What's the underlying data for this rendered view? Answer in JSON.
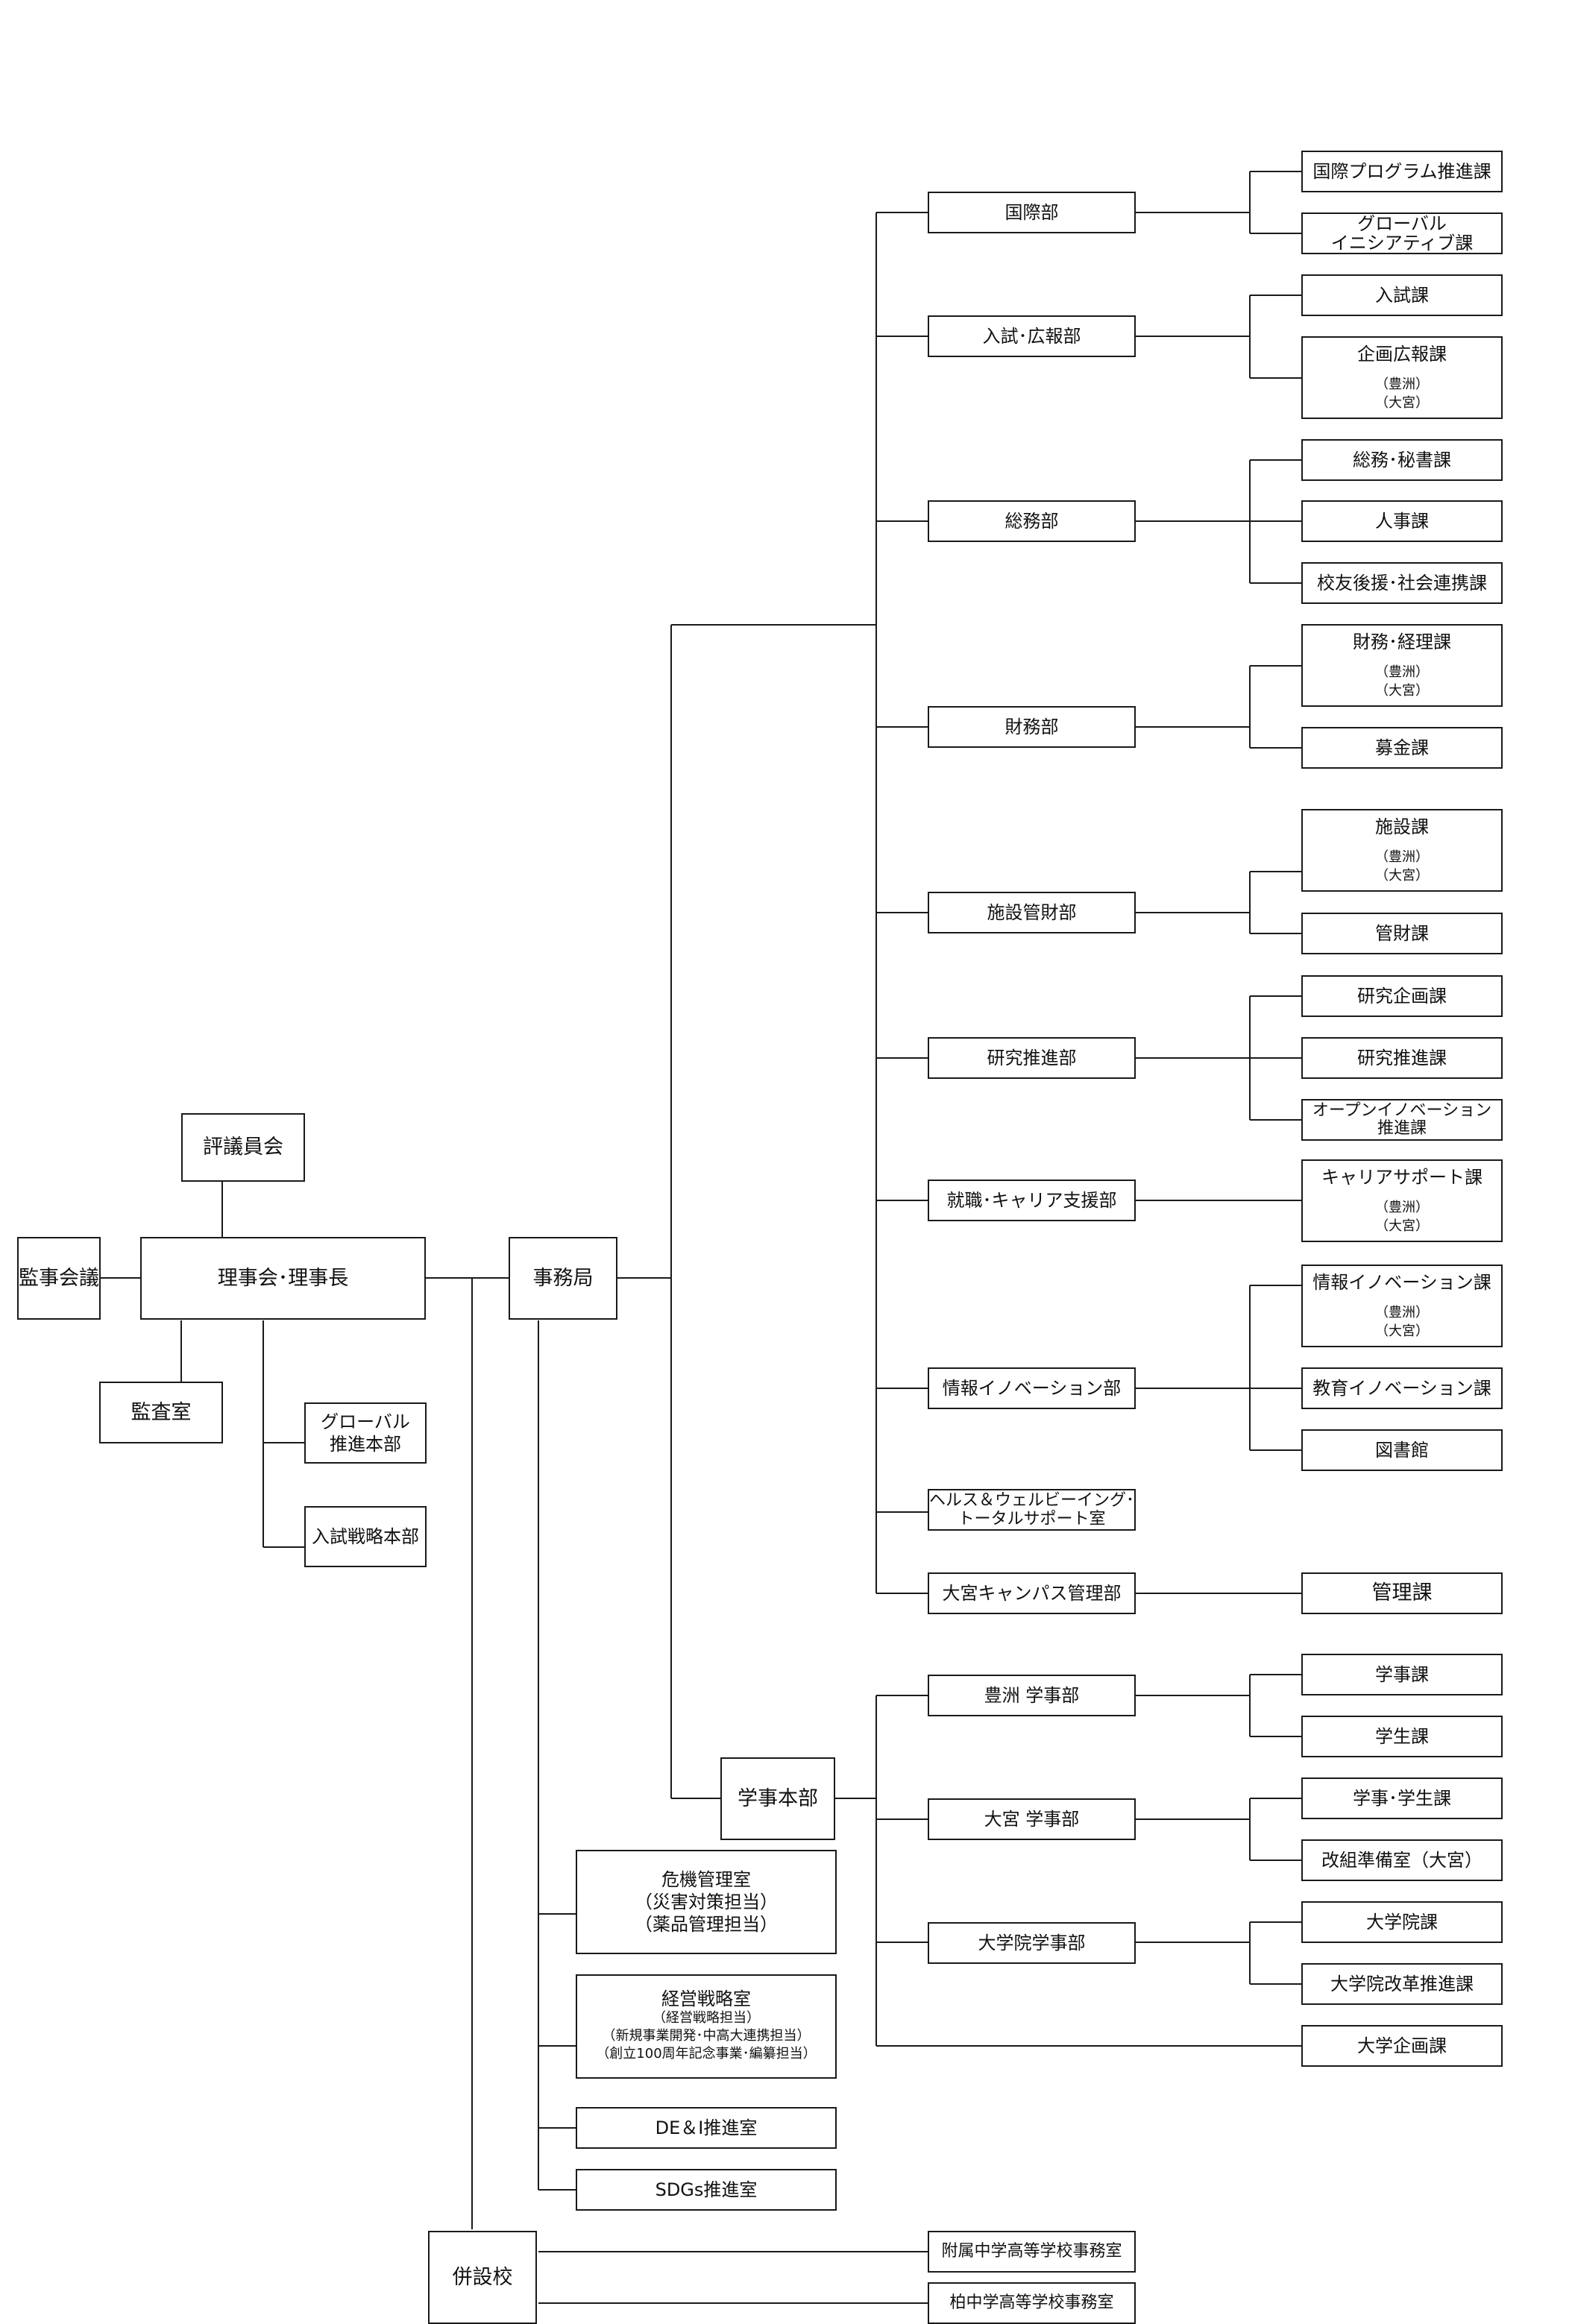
{
  "top": {
    "council": "評議員会",
    "auditors": "監事会議",
    "board": "理事会･理事長",
    "audit_office": "監査室",
    "global_hq": [
      "グローバル",
      "推進本部"
    ],
    "admissions_hq": "入試戦略本部",
    "secretariat": "事務局",
    "affiliated": "併設校"
  },
  "departments": [
    {
      "name": "国際部",
      "sections": [
        {
          "lines": [
            "国際プログラム推進課"
          ]
        },
        {
          "lines": [
            "グローバル",
            "イニシアティブ課"
          ]
        }
      ]
    },
    {
      "name": "入試･広報部",
      "sections": [
        {
          "lines": [
            "入試課"
          ]
        },
        {
          "lines": [
            "企画広報課"
          ],
          "notes": [
            "（豊洲）",
            "（大宮）"
          ]
        }
      ]
    },
    {
      "name": "総務部",
      "sections": [
        {
          "lines": [
            "総務･秘書課"
          ]
        },
        {
          "lines": [
            "人事課"
          ]
        },
        {
          "lines": [
            "校友後援･社会連携課"
          ]
        }
      ]
    },
    {
      "name": "財務部",
      "sections": [
        {
          "lines": [
            "財務･経理課"
          ],
          "notes": [
            "（豊洲）",
            "（大宮）"
          ]
        },
        {
          "lines": [
            "募金課"
          ]
        }
      ]
    },
    {
      "name": "施設管財部",
      "sections": [
        {
          "lines": [
            "施設課"
          ],
          "notes": [
            "（豊洲）",
            "（大宮）"
          ]
        },
        {
          "lines": [
            "管財課"
          ]
        }
      ]
    },
    {
      "name": "研究推進部",
      "sections": [
        {
          "lines": [
            "研究企画課"
          ]
        },
        {
          "lines": [
            "研究推進課"
          ]
        },
        {
          "lines": [
            "オープンイノベーション",
            "推進課"
          ]
        }
      ]
    },
    {
      "name": "就職･キャリア支援部",
      "sections": [
        {
          "lines": [
            "キャリアサポート課"
          ],
          "notes": [
            "（豊洲）",
            "（大宮）"
          ]
        }
      ]
    },
    {
      "name": "情報イノベーション部",
      "sections": [
        {
          "lines": [
            "情報イノベーション課"
          ],
          "notes": [
            "（豊洲）",
            "（大宮）"
          ]
        },
        {
          "lines": [
            "教育イノベーション課"
          ]
        },
        {
          "lines": [
            "図書館"
          ]
        }
      ]
    },
    {
      "name": [
        "ヘルス＆ウェルビーイング･",
        "トータルサポート室"
      ],
      "sections": []
    },
    {
      "name": "大宮キャンパス管理部",
      "sections": [
        {
          "lines": [
            "管理課"
          ]
        }
      ]
    }
  ],
  "academic": {
    "name": "学事本部",
    "divisions": [
      {
        "name": "豊洲 学事部",
        "sections": [
          "学事課",
          "学生課"
        ]
      },
      {
        "name": "大宮 学事部",
        "sections": [
          "学事･学生課",
          "改組準備室（大宮）"
        ]
      },
      {
        "name": "大学院学事部",
        "sections": [
          "大学院課",
          "大学院改革推進課"
        ]
      }
    ],
    "direct": "大学企画課"
  },
  "offices": [
    {
      "title": "危機管理室",
      "notes": [
        "（災害対策担当）",
        "（薬品管理担当）"
      ]
    },
    {
      "title": "経営戦略室",
      "notes": [
        "（経営戦略担当）",
        "（新規事業開発･中高大連携担当）",
        "（創立100周年記念事業･編纂担当）"
      ]
    },
    {
      "title": "DE＆I推進室",
      "notes": []
    },
    {
      "title": "SDGs推進室",
      "notes": []
    }
  ],
  "schools": [
    "附属中学高等学校事務室",
    "柏中学高等学校事務室"
  ]
}
